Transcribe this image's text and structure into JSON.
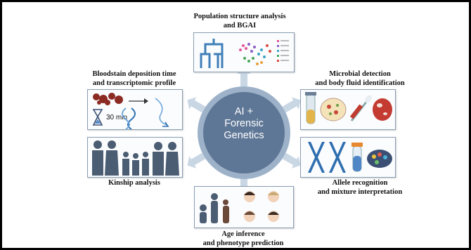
{
  "center": {
    "lines": [
      "AI +",
      "Forensic",
      "Genetics"
    ],
    "fill_color": "#5f7796",
    "ring_color": "#9db2c9"
  },
  "topics": {
    "population": {
      "line1": "Population structure analysis",
      "line2": "and BGAI"
    },
    "microbial": {
      "line1": "Microbial detection",
      "line2": "and body fluid identification"
    },
    "allele": {
      "line1": "Allele recognition",
      "line2": "and mixture interpretation"
    },
    "age": {
      "line1": "Age inference",
      "line2": "and phenotype prediction"
    },
    "kinship": {
      "line1": "Kinship analysis"
    },
    "bloodstain": {
      "line1": "Bloodstain deposition time",
      "line2": "and transcriptomic profile",
      "time_label": "30 min"
    }
  },
  "colors": {
    "arrow": "#c9d6e4",
    "dendrogram": "#3f7fb8",
    "silhouette": "#4b5d72",
    "blood": "#8c2a24",
    "dna": "#2f6fb0"
  }
}
